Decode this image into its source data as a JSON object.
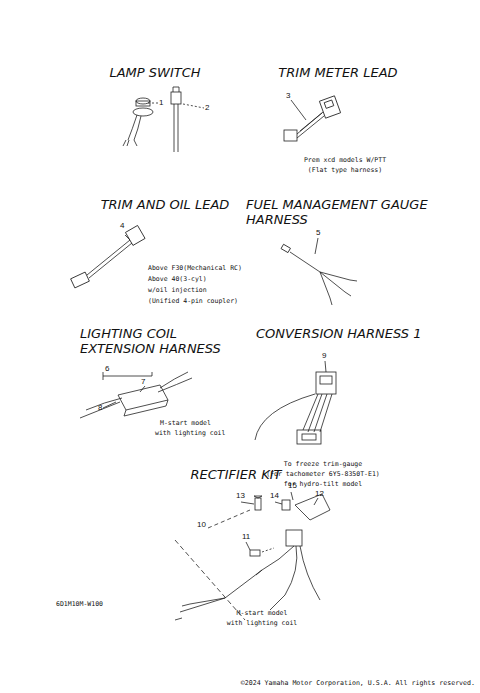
{
  "diagram": {
    "labels": [
      "LAMP SWITCH",
      "TRIM METER LEAD",
      "1",
      "2",
      "3",
      "Prem xcd models W/PTT",
      "(Flat type harness)",
      "TRIM AND OIL LEAD",
      "FUEL MANAGEMENT GAUGE HARNESS",
      "4",
      "5",
      "Above F30(Mechanical RC)",
      "Above 40(3-cyl)",
      "w/oil injection",
      "(Unified 4-pin coupler)",
      "LIGHTING COIL EXTENSION HARNESS",
      "CONVERSION HARNESS 1",
      "6",
      "7",
      "8",
      "9",
      "M-start model",
      "with lighting coil",
      "To freeze trim-gauge",
      "(For tachometer 6Y5-8350T-E1)",
      "for hydro-tilt model",
      "RECTIFIER KIT",
      "13",
      "14",
      "15",
      "12",
      "10",
      "11",
      "6D1M10M-W100",
      "M-start model",
      "with lighting coil",
      "©2024 Yamaha Motor Corporation, U.S.A. All rights reserved."
    ]
  }
}
